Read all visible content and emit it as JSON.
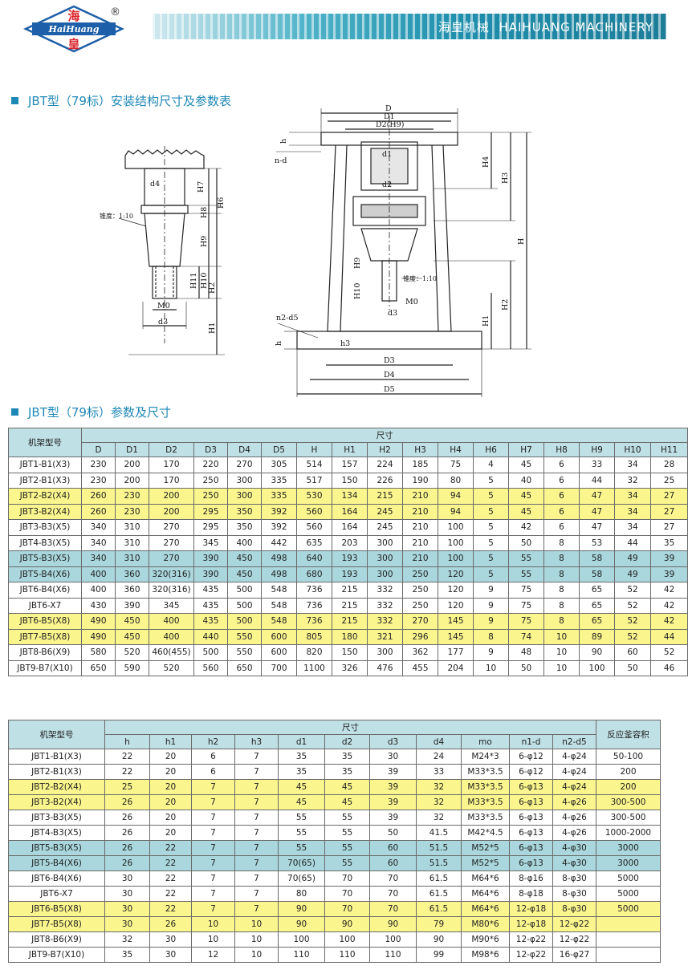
{
  "header": {
    "logo_cn": "海",
    "logo_en": "HaiHuang",
    "logo_cn2": "皇",
    "registered": "®",
    "banner_cn": "海皇机械",
    "banner_en": "HAIHUANG MACHINERY"
  },
  "colors": {
    "accent": "#1f88b6",
    "logo_red": "#d9262c",
    "logo_blue": "#1d5fa8",
    "yellow_row": "#fbf58e",
    "teal_row": "#a9d7dd",
    "table_head": "#bfe0e4"
  },
  "section1": {
    "title": "JBT型（79标）安装结构尺寸及参数表"
  },
  "section2": {
    "title": "JBT型（79标）参数及尺寸"
  },
  "drawing": {
    "taper_left": "锥度：1:10",
    "taper_right": "锥度：1:10",
    "left_labels": [
      "d4",
      "H7",
      "H6",
      "H8",
      "H9",
      "H11",
      "H10",
      "H2",
      "H1",
      "M0",
      "d3"
    ],
    "right_top": [
      "D",
      "D1",
      "D2(H9)",
      "d1",
      "d2",
      "h",
      "n-d",
      "H4",
      "H3",
      "H"
    ],
    "right_bottom": [
      "H10",
      "H9",
      "M0",
      "d3",
      "n2-d5",
      "h3",
      "h",
      "H2",
      "H1",
      "D3",
      "D4",
      "D5"
    ]
  },
  "table1": {
    "model_header": "机架型号",
    "dim_header": "尺寸",
    "columns": [
      "D",
      "D1",
      "D2",
      "D3",
      "D4",
      "D5",
      "H",
      "H1",
      "H2",
      "H3",
      "H4",
      "H6",
      "H7",
      "H8",
      "H9",
      "H10",
      "H11"
    ],
    "rows": [
      {
        "hl": "w",
        "cells": [
          "JBT1-B1(X3)",
          "230",
          "200",
          "170",
          "220",
          "270",
          "305",
          "514",
          "157",
          "224",
          "185",
          "75",
          "4",
          "45",
          "6",
          "33",
          "34",
          "28"
        ]
      },
      {
        "hl": "w",
        "cells": [
          "JBT2-B1(X3)",
          "230",
          "200",
          "170",
          "250",
          "300",
          "335",
          "517",
          "150",
          "226",
          "190",
          "80",
          "5",
          "40",
          "6",
          "44",
          "32",
          "25"
        ]
      },
      {
        "hl": "y",
        "cells": [
          "JBT2-B2(X4)",
          "260",
          "230",
          "200",
          "250",
          "300",
          "335",
          "530",
          "134",
          "215",
          "210",
          "94",
          "5",
          "45",
          "6",
          "47",
          "34",
          "27"
        ]
      },
      {
        "hl": "y",
        "cells": [
          "JBT3-B2(X4)",
          "260",
          "230",
          "200",
          "295",
          "350",
          "392",
          "560",
          "164",
          "245",
          "210",
          "94",
          "5",
          "45",
          "6",
          "47",
          "34",
          "27"
        ]
      },
      {
        "hl": "w",
        "cells": [
          "JBT3-B3(X5)",
          "340",
          "310",
          "270",
          "295",
          "350",
          "392",
          "560",
          "164",
          "245",
          "210",
          "100",
          "5",
          "42",
          "6",
          "47",
          "34",
          "27"
        ]
      },
      {
        "hl": "w",
        "cells": [
          "JBT4-B3(X5)",
          "340",
          "310",
          "270",
          "345",
          "400",
          "442",
          "635",
          "203",
          "300",
          "210",
          "100",
          "5",
          "50",
          "8",
          "53",
          "44",
          "35"
        ]
      },
      {
        "hl": "t",
        "cells": [
          "JBT5-B3(X5)",
          "340",
          "310",
          "270",
          "390",
          "450",
          "498",
          "640",
          "193",
          "300",
          "210",
          "100",
          "5",
          "55",
          "8",
          "58",
          "49",
          "39"
        ]
      },
      {
        "hl": "t",
        "cells": [
          "JBT5-B4(X6)",
          "400",
          "360",
          "320(316)",
          "390",
          "450",
          "498",
          "680",
          "193",
          "300",
          "250",
          "120",
          "5",
          "55",
          "8",
          "58",
          "49",
          "39"
        ]
      },
      {
        "hl": "w",
        "cells": [
          "JBT6-B4(X6)",
          "400",
          "360",
          "320(316)",
          "435",
          "500",
          "548",
          "736",
          "215",
          "332",
          "250",
          "120",
          "9",
          "75",
          "8",
          "65",
          "52",
          "42"
        ]
      },
      {
        "hl": "w",
        "cells": [
          "JBT6-X7",
          "430",
          "390",
          "345",
          "435",
          "500",
          "548",
          "736",
          "215",
          "332",
          "250",
          "120",
          "9",
          "75",
          "8",
          "65",
          "52",
          "42"
        ]
      },
      {
        "hl": "y",
        "cells": [
          "JBT6-B5(X8)",
          "490",
          "450",
          "400",
          "435",
          "500",
          "548",
          "736",
          "215",
          "332",
          "270",
          "145",
          "9",
          "75",
          "8",
          "65",
          "52",
          "42"
        ]
      },
      {
        "hl": "y",
        "cells": [
          "JBT7-B5(X8)",
          "490",
          "450",
          "400",
          "440",
          "550",
          "600",
          "805",
          "180",
          "321",
          "296",
          "145",
          "8",
          "74",
          "10",
          "89",
          "52",
          "44"
        ]
      },
      {
        "hl": "w",
        "cells": [
          "JBT8-B6(X9)",
          "580",
          "520",
          "460(455)",
          "500",
          "550",
          "600",
          "820",
          "150",
          "300",
          "362",
          "177",
          "9",
          "48",
          "10",
          "90",
          "60",
          "52"
        ]
      },
      {
        "hl": "w",
        "cells": [
          "JBT9-B7(X10)",
          "650",
          "590",
          "520",
          "560",
          "650",
          "700",
          "1100",
          "326",
          "476",
          "455",
          "204",
          "10",
          "50",
          "10",
          "100",
          "50",
          "46"
        ]
      }
    ]
  },
  "table2": {
    "model_header": "机架型号",
    "dim_header": "尺寸",
    "volume_header": "反应釜容积",
    "columns": [
      "h",
      "h1",
      "h2",
      "h3",
      "d1",
      "d2",
      "d3",
      "d4",
      "mo",
      "n1-d",
      "n2-d5"
    ],
    "rows": [
      {
        "hl": "w",
        "cells": [
          "JBT1-B1(X3)",
          "22",
          "20",
          "6",
          "7",
          "35",
          "35",
          "30",
          "24",
          "M24*3",
          "6-φ12",
          "4-φ24",
          "50-100"
        ]
      },
      {
        "hl": "w",
        "cells": [
          "JBT2-B1(X3)",
          "22",
          "20",
          "6",
          "7",
          "35",
          "35",
          "39",
          "33",
          "M33*3.5",
          "6-φ12",
          "4-φ24",
          "200"
        ]
      },
      {
        "hl": "y",
        "cells": [
          "JBT2-B2(X4)",
          "25",
          "20",
          "7",
          "7",
          "45",
          "45",
          "39",
          "32",
          "M33*3.5",
          "6-φ13",
          "4-φ24",
          "200"
        ]
      },
      {
        "hl": "y",
        "cells": [
          "JBT3-B2(X4)",
          "26",
          "20",
          "7",
          "7",
          "45",
          "45",
          "39",
          "32",
          "M33*3.5",
          "6-φ13",
          "4-φ26",
          "300-500"
        ]
      },
      {
        "hl": "w",
        "cells": [
          "JBT3-B3(X5)",
          "26",
          "20",
          "7",
          "7",
          "55",
          "55",
          "39",
          "32",
          "M33*3.5",
          "6-φ13",
          "4-φ26",
          "300-500"
        ]
      },
      {
        "hl": "w",
        "cells": [
          "JBT4-B3(X5)",
          "26",
          "20",
          "7",
          "7",
          "55",
          "55",
          "50",
          "41.5",
          "M42*4.5",
          "6-φ13",
          "4-φ26",
          "1000-2000"
        ]
      },
      {
        "hl": "t",
        "cells": [
          "JBT5-B3(X5)",
          "26",
          "22",
          "7",
          "7",
          "55",
          "55",
          "60",
          "51.5",
          "M52*5",
          "6-φ13",
          "4-φ30",
          "3000"
        ]
      },
      {
        "hl": "t",
        "cells": [
          "JBT5-B4(X6)",
          "26",
          "22",
          "7",
          "7",
          "70(65)",
          "55",
          "60",
          "51.5",
          "M52*5",
          "6-φ13",
          "4-φ30",
          "3000"
        ]
      },
      {
        "hl": "w",
        "cells": [
          "JBT6-B4(X6)",
          "30",
          "22",
          "7",
          "7",
          "70(65)",
          "70",
          "70",
          "61.5",
          "M64*6",
          "8-φ16",
          "8-φ30",
          "5000"
        ]
      },
      {
        "hl": "w",
        "cells": [
          "JBT6-X7",
          "30",
          "22",
          "7",
          "7",
          "80",
          "70",
          "70",
          "61.5",
          "M64*6",
          "8-φ18",
          "8-φ30",
          "5000"
        ]
      },
      {
        "hl": "y",
        "cells": [
          "JBT6-B5(X8)",
          "30",
          "22",
          "7",
          "7",
          "90",
          "70",
          "70",
          "61.5",
          "M64*6",
          "12-φ18",
          "8-φ30",
          "5000"
        ]
      },
      {
        "hl": "y",
        "cells": [
          "JBT7-B5(X8)",
          "30",
          "26",
          "10",
          "10",
          "90",
          "90",
          "90",
          "79",
          "M80*6",
          "12-φ18",
          "12-φ22",
          ""
        ]
      },
      {
        "hl": "w",
        "cells": [
          "JBT8-B6(X9)",
          "32",
          "30",
          "10",
          "10",
          "100",
          "100",
          "100",
          "90",
          "M90*6",
          "12-φ22",
          "12-φ22",
          ""
        ]
      },
      {
        "hl": "w",
        "cells": [
          "JBT9-B7(X10)",
          "35",
          "30",
          "12",
          "10",
          "110",
          "110",
          "110",
          "99",
          "M98*6",
          "12-φ22",
          "16-φ27",
          ""
        ]
      }
    ]
  }
}
